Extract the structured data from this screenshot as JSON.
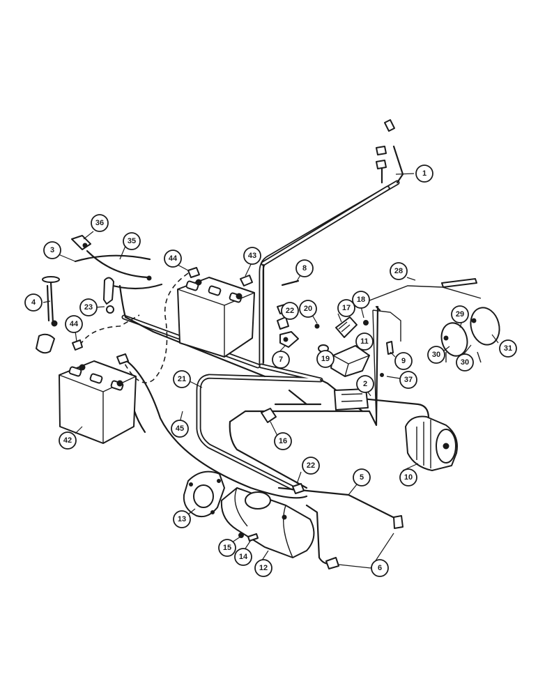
{
  "callouts": [
    {
      "id": "c1",
      "label": "1"
    },
    {
      "id": "c2",
      "label": "2"
    },
    {
      "id": "c3",
      "label": "3"
    },
    {
      "id": "c4",
      "label": "4"
    },
    {
      "id": "c5",
      "label": "5"
    },
    {
      "id": "c6",
      "label": "6"
    },
    {
      "id": "c7",
      "label": "7"
    },
    {
      "id": "c8",
      "label": "8"
    },
    {
      "id": "c9",
      "label": "9"
    },
    {
      "id": "c10",
      "label": "10"
    },
    {
      "id": "c11",
      "label": "11"
    },
    {
      "id": "c12",
      "label": "12"
    },
    {
      "id": "c13",
      "label": "13"
    },
    {
      "id": "c14",
      "label": "14"
    },
    {
      "id": "c15",
      "label": "15"
    },
    {
      "id": "c16",
      "label": "16"
    },
    {
      "id": "c17",
      "label": "17"
    },
    {
      "id": "c18",
      "label": "18"
    },
    {
      "id": "c19",
      "label": "19"
    },
    {
      "id": "c20",
      "label": "20"
    },
    {
      "id": "c21",
      "label": "21"
    },
    {
      "id": "c22a",
      "label": "22"
    },
    {
      "id": "c22b",
      "label": "22"
    },
    {
      "id": "c23",
      "label": "23"
    },
    {
      "id": "c28",
      "label": "28"
    },
    {
      "id": "c29",
      "label": "29"
    },
    {
      "id": "c30a",
      "label": "30"
    },
    {
      "id": "c30b",
      "label": "30"
    },
    {
      "id": "c31",
      "label": "31"
    },
    {
      "id": "c35",
      "label": "35"
    },
    {
      "id": "c36",
      "label": "36"
    },
    {
      "id": "c37",
      "label": "37"
    },
    {
      "id": "c42",
      "label": "42"
    },
    {
      "id": "c43",
      "label": "43"
    },
    {
      "id": "c44a",
      "label": "44"
    },
    {
      "id": "c44b",
      "label": "44"
    },
    {
      "id": "c45",
      "label": "45"
    }
  ]
}
